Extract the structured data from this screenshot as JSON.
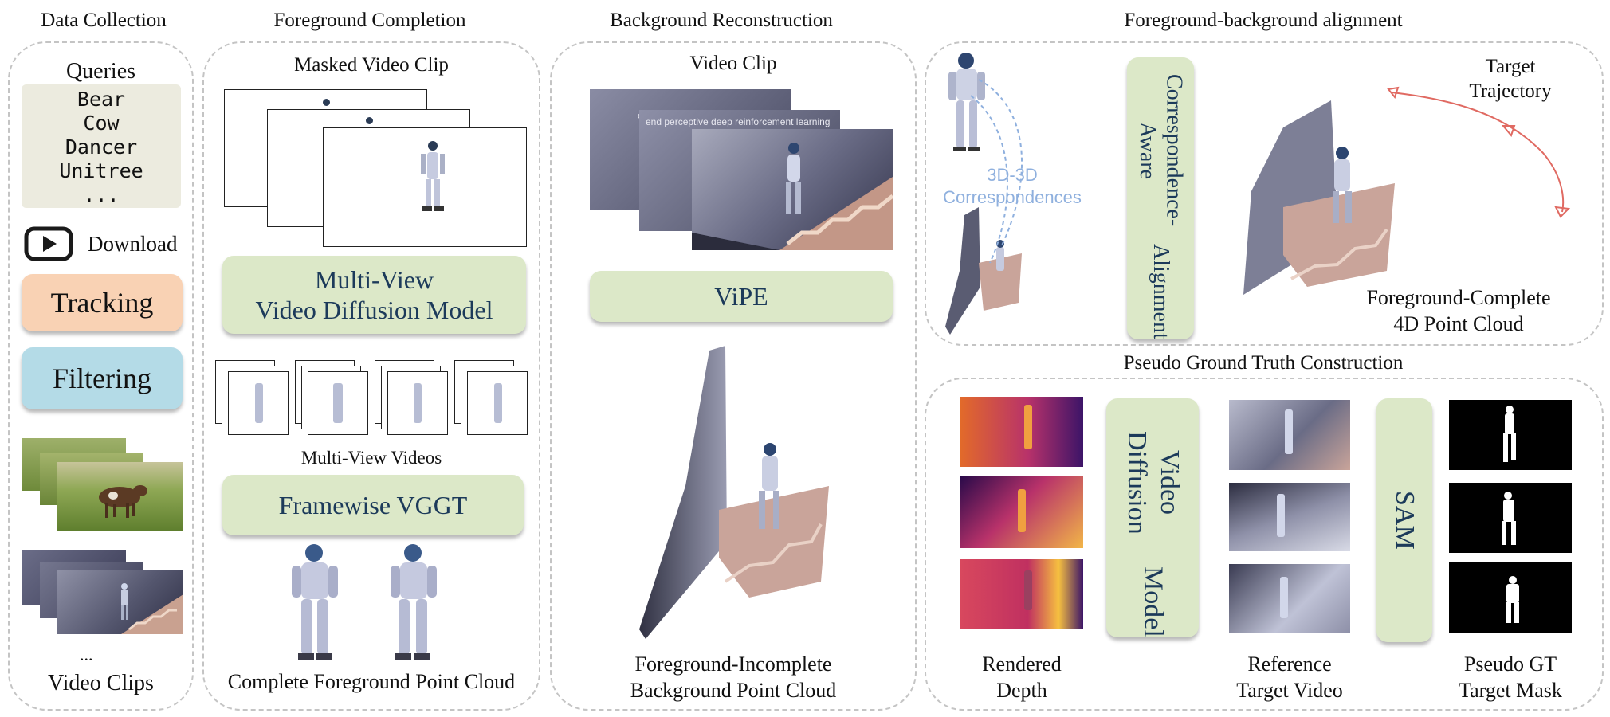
{
  "sections": {
    "data_collection": {
      "title": "Data Collection",
      "queries_label": "Queries",
      "queries": [
        "Bear",
        "Cow",
        "Dancer",
        "Unitree",
        "..."
      ],
      "download_label": "Download",
      "tracking_label": "Tracking",
      "filtering_label": "Filtering",
      "ellipsis": "...",
      "video_clips_label": "Video Clips"
    },
    "foreground_completion": {
      "title": "Foreground Completion",
      "masked_clip_label": "Masked Video Clip",
      "model_line1": "Multi-View",
      "model_line2": "Video Diffusion Model",
      "multiview_label": "Multi-View Videos",
      "vggt_label": "Framewise VGGT",
      "output_label": "Complete Foreground Point Cloud"
    },
    "background_reconstruction": {
      "title": "Background Reconstruction",
      "clip_label": "Video Clip",
      "overlay_text": "end perceptive deep reinforcement learning",
      "vipe_label": "ViPE",
      "output_line1": "Foreground-Incomplete",
      "output_line2": "Background Point Cloud"
    },
    "alignment": {
      "title": "Foreground-background alignment",
      "corr_line1": "3D-3D",
      "corr_line2": "Correspondences",
      "align_line1": "Correspondence-Aware",
      "align_line2": "Alignment",
      "target_line1": "Target",
      "target_line2": "Trajectory",
      "output_line1": "Foreground-Complete",
      "output_line2": "4D Point Cloud"
    },
    "pseudo_gt": {
      "title": "Pseudo Ground Truth Construction",
      "vdm_line1": "Video Diffusion",
      "vdm_line2": "Model",
      "sam_label": "SAM",
      "depth_line1": "Rendered",
      "depth_line2": "Depth",
      "ref_line1": "Reference",
      "ref_line2": "Target Video",
      "mask_line1": "Pseudo GT",
      "mask_line2": "Target Mask"
    }
  },
  "colors": {
    "green_box": "#dce8c8",
    "green_text": "#1c3a5a",
    "tracking": "#f9d2b4",
    "filtering": "#b4dbe7",
    "queries_bg": "#ecebdf",
    "correspondence": "#8fb0de",
    "trajectory": "#e06a62"
  }
}
